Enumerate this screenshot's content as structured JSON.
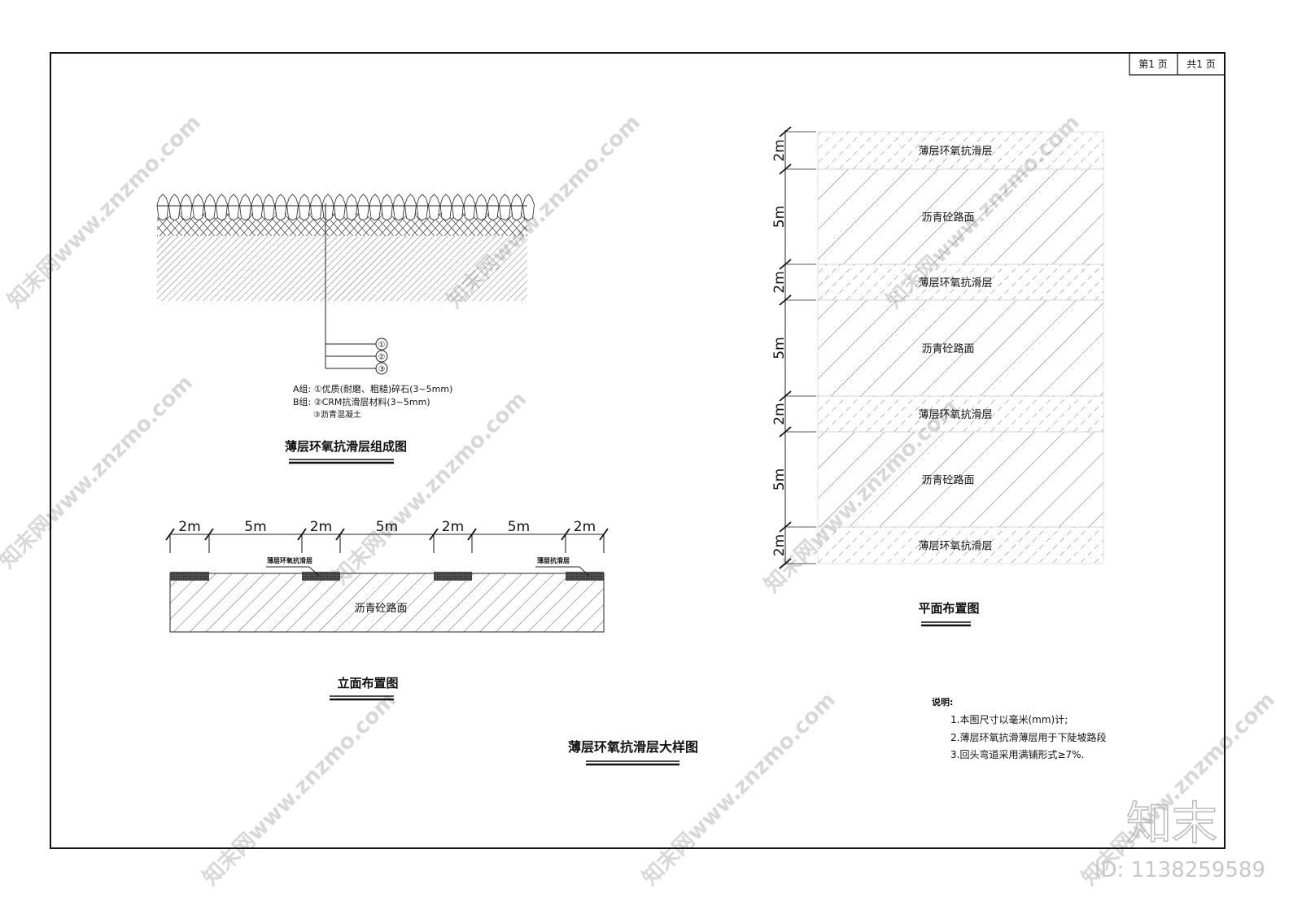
{
  "title_block": {
    "page": "第1 页",
    "total": "共1 页"
  },
  "composition": {
    "title": "薄层环氧抗滑层组成图",
    "markers": [
      "①",
      "②",
      "③"
    ],
    "legend": [
      "A组: ①优质(耐磨、粗糙)碎石(3~5mm)",
      "B组: ②CRM抗滑层材料(3~5mm)",
      "③沥青混凝土"
    ]
  },
  "elevation": {
    "title": "立面布置图",
    "dims": [
      "2m",
      "5m",
      "2m",
      "5m",
      "2m",
      "5m",
      "2m"
    ],
    "callout_1": "薄层环氧抗滑层",
    "callout_2": "薄层抗滑层",
    "pavement_label": "沥青砼路面"
  },
  "plan": {
    "title": "平面布置图",
    "rows": [
      {
        "dim": "2m",
        "label": "薄层环氧抗滑层"
      },
      {
        "dim": "5m",
        "label": "沥青砼路面"
      },
      {
        "dim": "2m",
        "label": "薄层环氧抗滑层"
      },
      {
        "dim": "5m",
        "label": "沥青砼路面"
      },
      {
        "dim": "2m",
        "label": "薄层环氧抗滑层"
      },
      {
        "dim": "5m",
        "label": "沥青砼路面"
      },
      {
        "dim": "2m",
        "label": "薄层环氧抗滑层"
      }
    ]
  },
  "main_title": "薄层环氧抗滑层大样图",
  "notes": {
    "heading": "说明:",
    "items": [
      "1.本图尺寸以毫米(mm)计;",
      "2.薄层环氧抗滑薄层用于下陡坡路段",
      "3.回头弯道采用满铺形式≥7%."
    ]
  },
  "watermark": {
    "text": "知末网www.znzmo.com",
    "logo": "知末",
    "id": "ID: 1138259589"
  }
}
